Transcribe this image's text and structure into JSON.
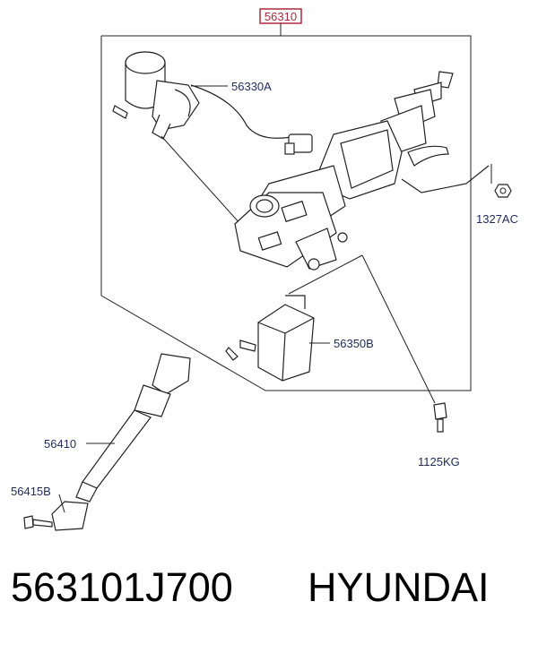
{
  "diagram": {
    "assembly_label": "56310",
    "parts": {
      "motor": "56330A",
      "nut": "1327AC",
      "control_unit": "56350B",
      "shaft": "56410",
      "shaft_bolt": "56415B",
      "bolt": "1125KG"
    },
    "colors": {
      "line": "#222222",
      "text": "#1f2a5a",
      "highlight": "#b0283c"
    }
  },
  "footer": {
    "part_number": "563101J700",
    "brand": "HYUNDAI"
  }
}
